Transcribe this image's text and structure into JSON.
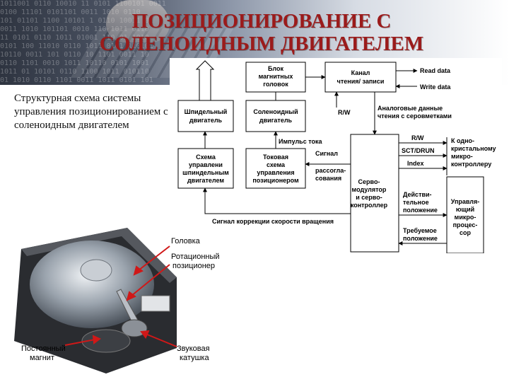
{
  "slide": {
    "title_line1": "ПОЗИЦИОНИРОВАНИЕ С",
    "title_line2": "СОЛЕНОИДНЫМ ДВИГАТЕЛЕМ",
    "description": "Структурная схема системы управления позиционированием с соленоидным двигателем"
  },
  "diagram": {
    "blocks": {
      "magnetic_heads": [
        "Блок",
        "магнитных",
        "головок"
      ],
      "read_write_channel": [
        "Канал",
        "чтения/ записи"
      ],
      "spindle_motor": [
        "Шпидельный",
        "двигатель"
      ],
      "solenoid_motor": [
        "Соленоидный",
        "двигатель"
      ],
      "spindle_control": [
        "Схема",
        "управлени",
        "шпиндельным",
        "двигателем"
      ],
      "current_control": [
        "Токовая",
        "схема",
        "управления",
        "позиционером"
      ],
      "servo_modulator": [
        "Серво-",
        "модулятор",
        "и серво-",
        "контроллер"
      ],
      "control_mcu": [
        "Управля-",
        "ющий",
        "микро-",
        "процес-",
        "сор"
      ]
    },
    "labels": {
      "read_data": "Read data",
      "write_data": "Write data",
      "rw_1": "R/W",
      "rw_2": "R/W",
      "analog_data": [
        "Аналоговые данные",
        "чтения с серовметками"
      ],
      "sct_drun": "SCT/DRUN",
      "index": "Index",
      "to_mcu": [
        "К одно-",
        "кристальному",
        "микро-",
        "контроллеру"
      ],
      "current_pulse": "Импульс тока",
      "mismatch_signal": [
        "Сигнал",
        "рассогла-",
        "сования"
      ],
      "actual_position": [
        "Действи-",
        "тельное",
        "положение"
      ],
      "required_position": [
        "Требуемое",
        "положение"
      ],
      "speed_correction": "Сигнал коррекции скорости вращения"
    }
  },
  "photo": {
    "labels": {
      "head": "Головка",
      "rotary_positioner": [
        "Ротационный",
        "позиционер"
      ],
      "permanent_magnet": [
        "Постоянный",
        "магнит"
      ],
      "voice_coil": [
        "Звуковая",
        "катушка"
      ]
    }
  },
  "colors": {
    "title": "#9b1b1b",
    "arrow_red": "#d01818"
  }
}
